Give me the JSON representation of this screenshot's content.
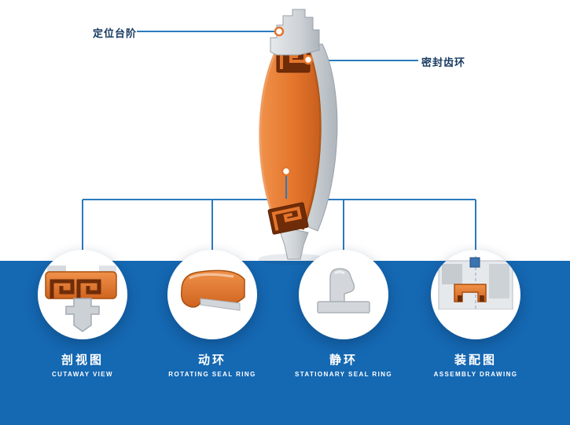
{
  "colors": {
    "blue_bg": "#1568b2",
    "line_blue": "#2a7abf",
    "orange": "#e4752c",
    "orange_dark": "#a8500f",
    "navy_text": "#16395f",
    "gray_light": "#d7dbde"
  },
  "callouts": [
    {
      "label": "定位台阶"
    },
    {
      "label": "密封齿环"
    }
  ],
  "details": [
    {
      "title": "剖视图",
      "subtitle": "CUTAWAY VIEW"
    },
    {
      "title": "动环",
      "subtitle": "ROTATING SEAL RING"
    },
    {
      "title": "静环",
      "subtitle": "STATIONARY SEAL RING"
    },
    {
      "title": "装配图",
      "subtitle": "ASSEMBLY DRAWING"
    }
  ]
}
